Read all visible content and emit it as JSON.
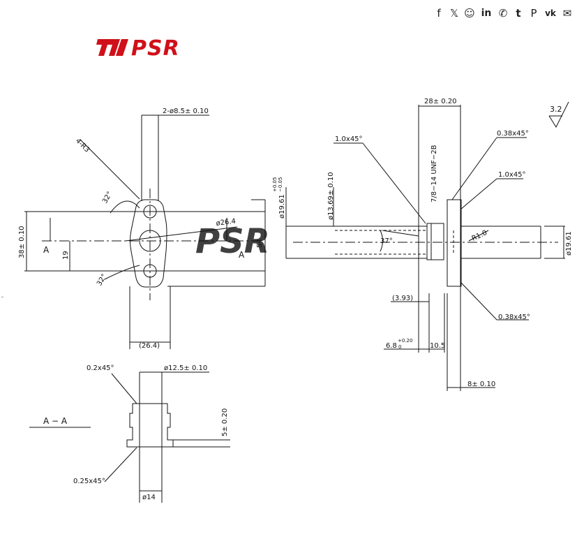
{
  "share": {
    "icons": [
      {
        "name": "facebook-icon",
        "glyph": "f"
      },
      {
        "name": "x-icon",
        "glyph": "𝕏"
      },
      {
        "name": "reddit-icon",
        "glyph": "☺"
      },
      {
        "name": "linkedin-icon",
        "glyph": "in"
      },
      {
        "name": "whatsapp-icon",
        "glyph": "✆"
      },
      {
        "name": "tumblr-icon",
        "glyph": "t"
      },
      {
        "name": "pinterest-icon",
        "glyph": "P"
      },
      {
        "name": "vk-icon",
        "glyph": "vk"
      },
      {
        "name": "email-icon",
        "glyph": "✉"
      }
    ]
  },
  "logo": {
    "text": "PSR",
    "color": "#d0101a"
  },
  "watermark": {
    "text": "PSR"
  },
  "colors": {
    "line": "#111111",
    "logo_red": "#d0101a",
    "watermark": "#dcdcdc"
  },
  "front_view": {
    "hole_dim": "2-ø8.5± 0.10",
    "radius": "4-R3",
    "angle_top": "32°",
    "angle_bottom": "32°",
    "bore_dia": "ø26.4",
    "height_dim": "38± 0.10",
    "half_dim": "19",
    "overall_dim": "54",
    "width_dim": "(26.4)",
    "section_left": "A",
    "section_right": "A"
  },
  "side_view": {
    "length_dim": "28± 0.20",
    "chamfer_1": "1.0x45°",
    "thread": "7/8−14 UNF−2B",
    "chamfer_2": "0.38x45°",
    "chamfer_3": "1.0x45°",
    "dia_tol_main": "ø19.61",
    "dia_tol_upper": "+0.05",
    "dia_tol_lower": "−0.05",
    "dia_1369": "ø13.69± 0.10",
    "angle_37": "37°",
    "radius_r1": "R1.0",
    "dia_right": "ø19.61",
    "chamfer_4": "0.38x45°",
    "dim_393": "(3.93)",
    "dim_68": "6.8",
    "dim_68_upper": "+0.20",
    "dim_68_lower": "0",
    "dim_105": "10.5",
    "dim_8": "8± 0.10",
    "roughness": "3.2"
  },
  "section_view": {
    "title": "A − A",
    "chamfer_top": "0.2x45°",
    "dia_top": "ø12.5± 0.10",
    "height": "5± 0.20",
    "chamfer_bottom": "0.25x45°",
    "dia_bottom": "ø14"
  },
  "stray_mark": "-"
}
